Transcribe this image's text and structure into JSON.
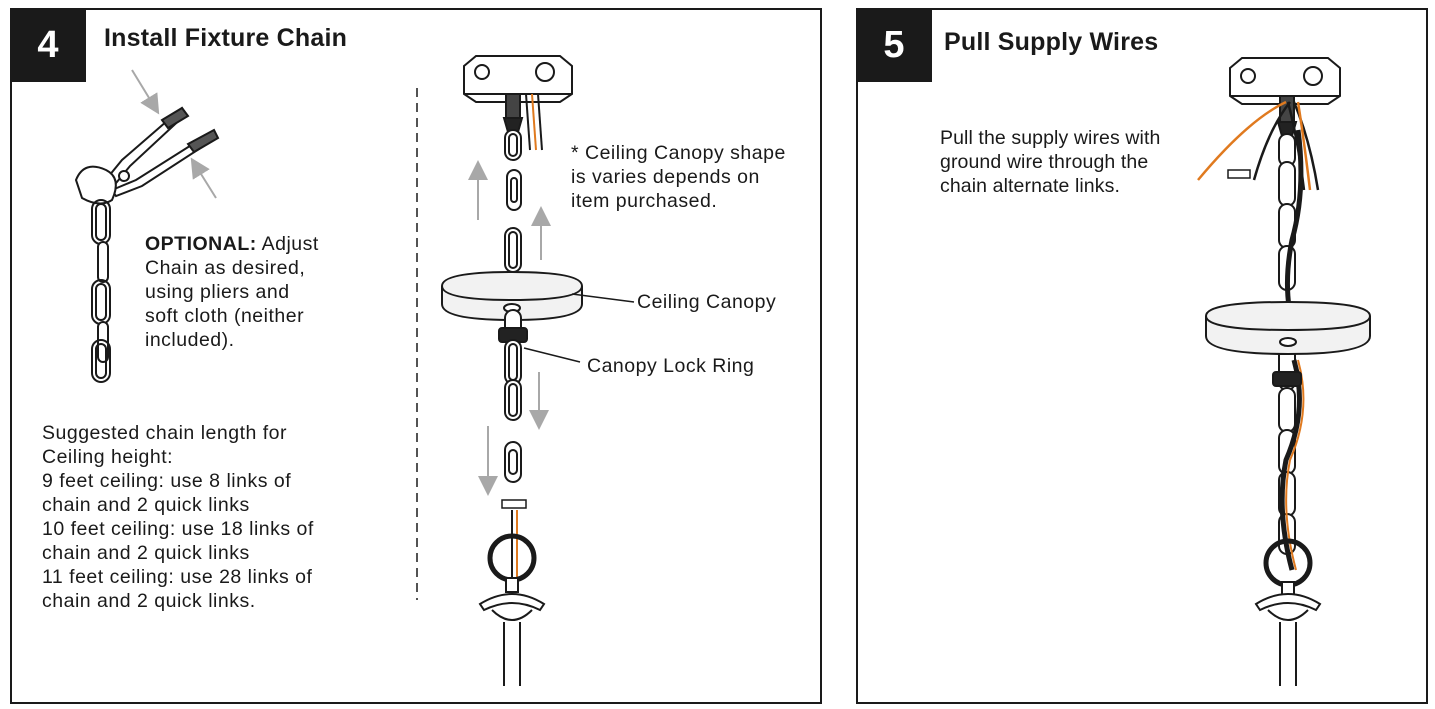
{
  "step4": {
    "number": "4",
    "title": "Install Fixture Chain",
    "optional_label": "OPTIONAL:",
    "optional_text": " Adjust\nChain as desired,\nusing pliers and\nsoft cloth (neither\nincluded).",
    "suggested_text": "Suggested chain length for\nCeiling height:\n9 feet ceiling: use 8 links of\nchain and 2 quick links\n10 feet ceiling: use 18 links of\nchain and 2 quick links\n11 feet ceiling: use 28 links of\nchain and 2 quick links.",
    "canopy_note": "* Ceiling Canopy shape\nis varies depends on\nitem purchased.",
    "label_ceiling_canopy": "Ceiling Canopy",
    "label_canopy_lock_ring": "Canopy Lock Ring"
  },
  "step5": {
    "number": "5",
    "title": "Pull Supply Wires",
    "instruction": "Pull the supply wires with\nground wire through the\nchain alternate links."
  },
  "colors": {
    "text": "#1a1a1a",
    "wire_orange": "#e07a1f",
    "arrow_gray": "#a8a8a8",
    "canopy_fill": "#f2f2f2"
  }
}
